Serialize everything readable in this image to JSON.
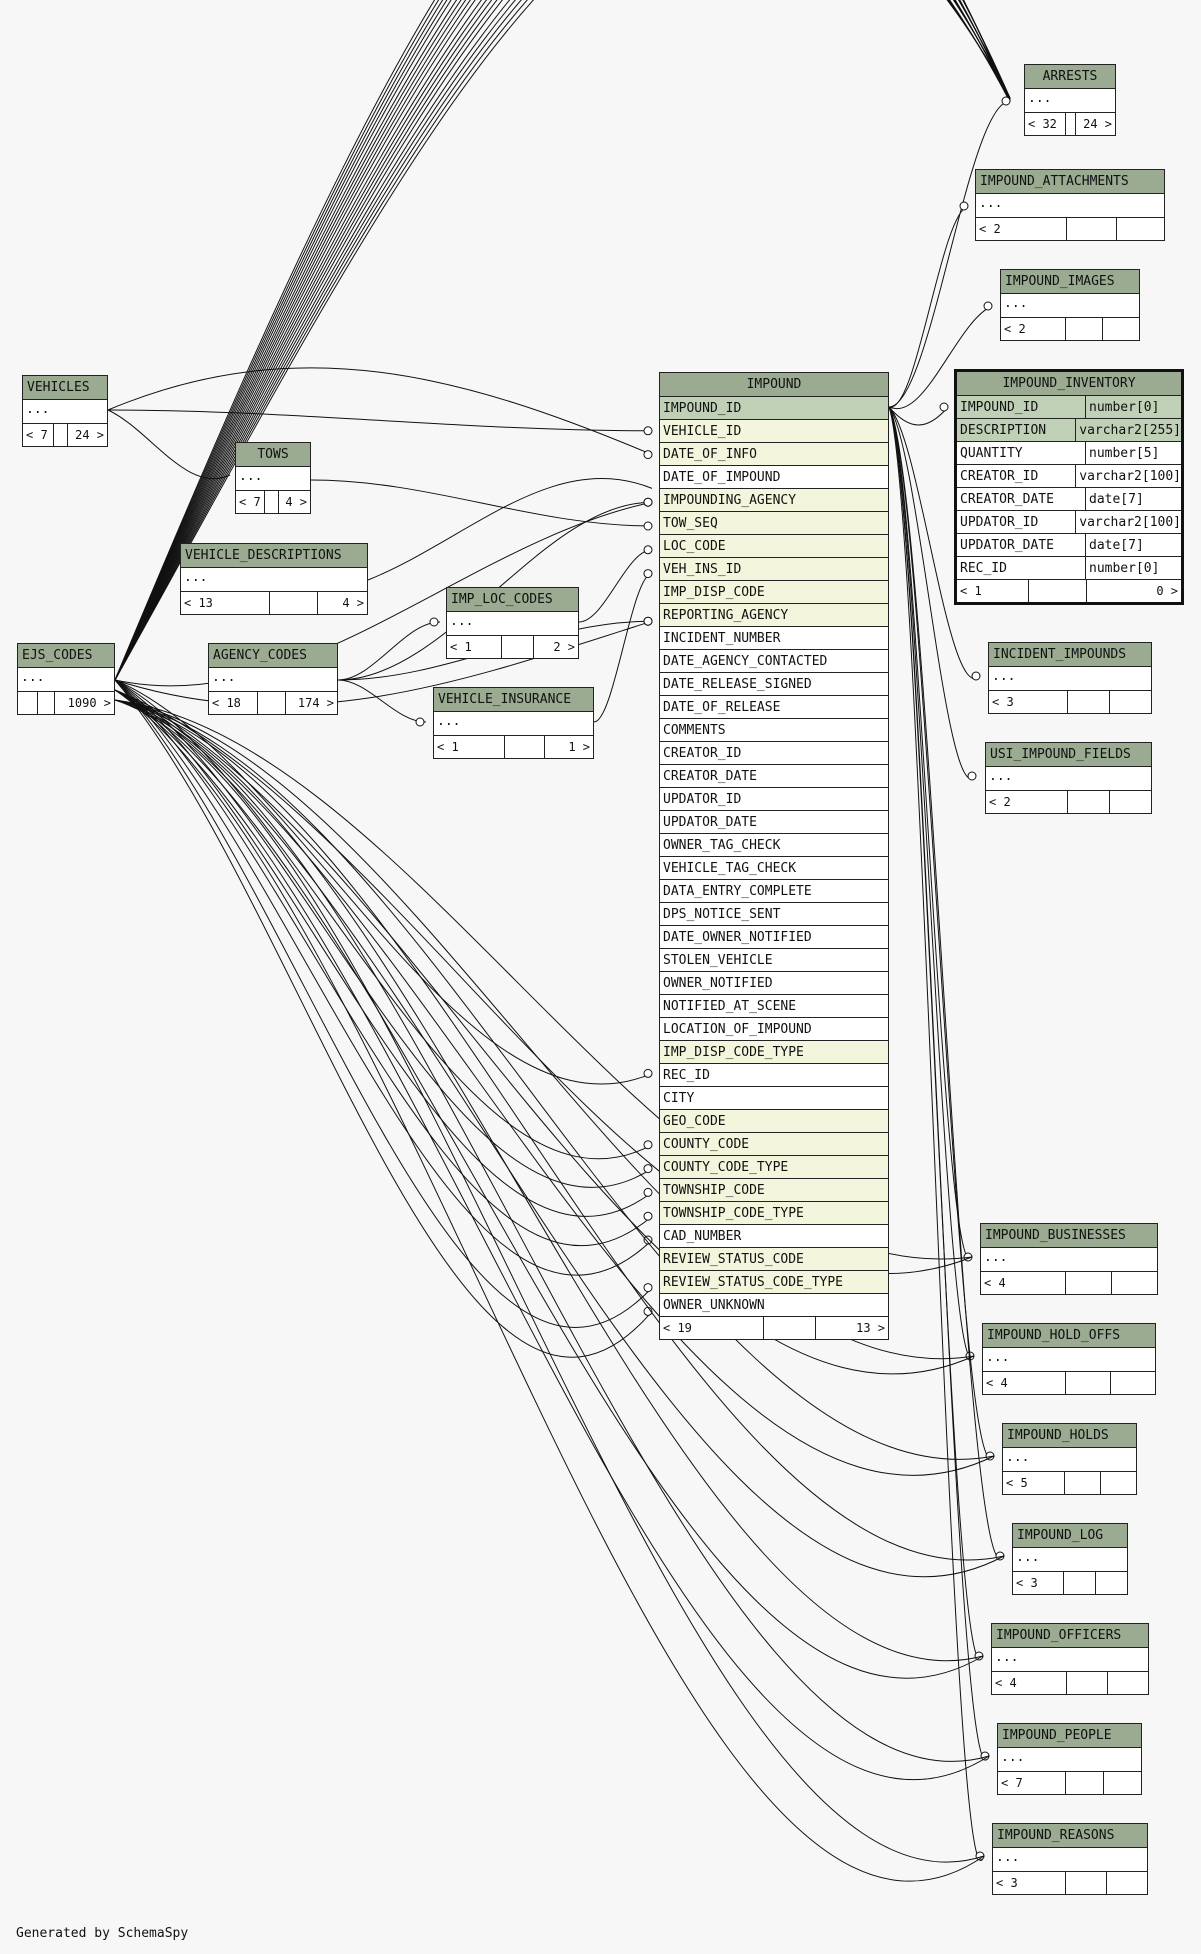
{
  "footer_text": "Generated by SchemaSpy",
  "colors": {
    "header": "#9aab92",
    "pk_row": "#bfd0b7",
    "fk_row": "#f3f6dc",
    "background": "#f7f7f7"
  },
  "tables": {
    "arrests": {
      "name": "ARRESTS",
      "dots": "...",
      "parents": "< 32",
      "children": "24 >"
    },
    "impound_attachments": {
      "name": "IMPOUND_ATTACHMENTS",
      "dots": "...",
      "parents": "< 2",
      "children": ""
    },
    "impound_images": {
      "name": "IMPOUND_IMAGES",
      "dots": "...",
      "parents": "< 2",
      "children": ""
    },
    "vehicles": {
      "name": "VEHICLES",
      "dots": "...",
      "parents": "< 7",
      "children": "24 >"
    },
    "tows": {
      "name": "TOWS",
      "dots": "...",
      "parents": "< 7",
      "children": "4 >"
    },
    "vehicle_descriptions": {
      "name": "VEHICLE_DESCRIPTIONS",
      "dots": "...",
      "parents": "< 13",
      "children": "4 >"
    },
    "ejs_codes": {
      "name": "EJS_CODES",
      "dots": "...",
      "parents": "",
      "children": "1090 >"
    },
    "agency_codes": {
      "name": "AGENCY_CODES",
      "dots": "...",
      "parents": "< 18",
      "children": "174 >"
    },
    "imp_loc_codes": {
      "name": "IMP_LOC_CODES",
      "dots": "...",
      "parents": "< 1",
      "children": "2 >"
    },
    "vehicle_insurance": {
      "name": "VEHICLE_INSURANCE",
      "dots": "...",
      "parents": "< 1",
      "children": "1 >"
    },
    "incident_impounds": {
      "name": "INCIDENT_IMPOUNDS",
      "dots": "...",
      "parents": "< 3",
      "children": ""
    },
    "usi_impound_fields": {
      "name": "USI_IMPOUND_FIELDS",
      "dots": "...",
      "parents": "< 2",
      "children": ""
    },
    "impound_businesses": {
      "name": "IMPOUND_BUSINESSES",
      "dots": "...",
      "parents": "< 4",
      "children": ""
    },
    "impound_hold_offs": {
      "name": "IMPOUND_HOLD_OFFS",
      "dots": "...",
      "parents": "< 4",
      "children": ""
    },
    "impound_holds": {
      "name": "IMPOUND_HOLDS",
      "dots": "...",
      "parents": "< 5",
      "children": ""
    },
    "impound_log": {
      "name": "IMPOUND_LOG",
      "dots": "...",
      "parents": "< 3",
      "children": ""
    },
    "impound_officers": {
      "name": "IMPOUND_OFFICERS",
      "dots": "...",
      "parents": "< 4",
      "children": ""
    },
    "impound_people": {
      "name": "IMPOUND_PEOPLE",
      "dots": "...",
      "parents": "< 7",
      "children": ""
    },
    "impound_reasons": {
      "name": "IMPOUND_REASONS",
      "dots": "...",
      "parents": "< 3",
      "children": ""
    }
  },
  "impound": {
    "name": "IMPOUND",
    "columns": [
      {
        "name": "IMPOUND_ID",
        "kind": "pk"
      },
      {
        "name": "VEHICLE_ID",
        "kind": "fk"
      },
      {
        "name": "DATE_OF_INFO",
        "kind": "fk"
      },
      {
        "name": "DATE_OF_IMPOUND",
        "kind": "plain"
      },
      {
        "name": "IMPOUNDING_AGENCY",
        "kind": "fk"
      },
      {
        "name": "TOW_SEQ",
        "kind": "fk"
      },
      {
        "name": "LOC_CODE",
        "kind": "fk"
      },
      {
        "name": "VEH_INS_ID",
        "kind": "fk"
      },
      {
        "name": "IMP_DISP_CODE",
        "kind": "fk"
      },
      {
        "name": "REPORTING_AGENCY",
        "kind": "fk"
      },
      {
        "name": "INCIDENT_NUMBER",
        "kind": "plain"
      },
      {
        "name": "DATE_AGENCY_CONTACTED",
        "kind": "plain"
      },
      {
        "name": "DATE_RELEASE_SIGNED",
        "kind": "plain"
      },
      {
        "name": "DATE_OF_RELEASE",
        "kind": "plain"
      },
      {
        "name": "COMMENTS",
        "kind": "plain"
      },
      {
        "name": "CREATOR_ID",
        "kind": "plain"
      },
      {
        "name": "CREATOR_DATE",
        "kind": "plain"
      },
      {
        "name": "UPDATOR_ID",
        "kind": "plain"
      },
      {
        "name": "UPDATOR_DATE",
        "kind": "plain"
      },
      {
        "name": "OWNER_TAG_CHECK",
        "kind": "plain"
      },
      {
        "name": "VEHICLE_TAG_CHECK",
        "kind": "plain"
      },
      {
        "name": "DATA_ENTRY_COMPLETE",
        "kind": "plain"
      },
      {
        "name": "DPS_NOTICE_SENT",
        "kind": "plain"
      },
      {
        "name": "DATE_OWNER_NOTIFIED",
        "kind": "plain"
      },
      {
        "name": "STOLEN_VEHICLE",
        "kind": "plain"
      },
      {
        "name": "OWNER_NOTIFIED",
        "kind": "plain"
      },
      {
        "name": "NOTIFIED_AT_SCENE",
        "kind": "plain"
      },
      {
        "name": "LOCATION_OF_IMPOUND",
        "kind": "plain"
      },
      {
        "name": "IMP_DISP_CODE_TYPE",
        "kind": "fk"
      },
      {
        "name": "REC_ID",
        "kind": "plain"
      },
      {
        "name": "CITY",
        "kind": "plain"
      },
      {
        "name": "GEO_CODE",
        "kind": "fk"
      },
      {
        "name": "COUNTY_CODE",
        "kind": "fk"
      },
      {
        "name": "COUNTY_CODE_TYPE",
        "kind": "fk"
      },
      {
        "name": "TOWNSHIP_CODE",
        "kind": "fk"
      },
      {
        "name": "TOWNSHIP_CODE_TYPE",
        "kind": "fk"
      },
      {
        "name": "CAD_NUMBER",
        "kind": "plain"
      },
      {
        "name": "REVIEW_STATUS_CODE",
        "kind": "fk"
      },
      {
        "name": "REVIEW_STATUS_CODE_TYPE",
        "kind": "fk"
      },
      {
        "name": "OWNER_UNKNOWN",
        "kind": "plain"
      }
    ],
    "parents": "< 19",
    "children": "13 >"
  },
  "impound_inventory": {
    "name": "IMPOUND_INVENTORY",
    "columns": [
      {
        "name": "IMPOUND_ID",
        "type": "number[0]",
        "kind": "pk"
      },
      {
        "name": "DESCRIPTION",
        "type": "varchar2[255]",
        "kind": "pk"
      },
      {
        "name": "QUANTITY",
        "type": "number[5]",
        "kind": "plain"
      },
      {
        "name": "CREATOR_ID",
        "type": "varchar2[100]",
        "kind": "plain"
      },
      {
        "name": "CREATOR_DATE",
        "type": "date[7]",
        "kind": "plain"
      },
      {
        "name": "UPDATOR_ID",
        "type": "varchar2[100]",
        "kind": "plain"
      },
      {
        "name": "UPDATOR_DATE",
        "type": "date[7]",
        "kind": "plain"
      },
      {
        "name": "REC_ID",
        "type": "number[0]",
        "kind": "plain"
      }
    ],
    "parents": "< 1",
    "children": "0 >"
  }
}
